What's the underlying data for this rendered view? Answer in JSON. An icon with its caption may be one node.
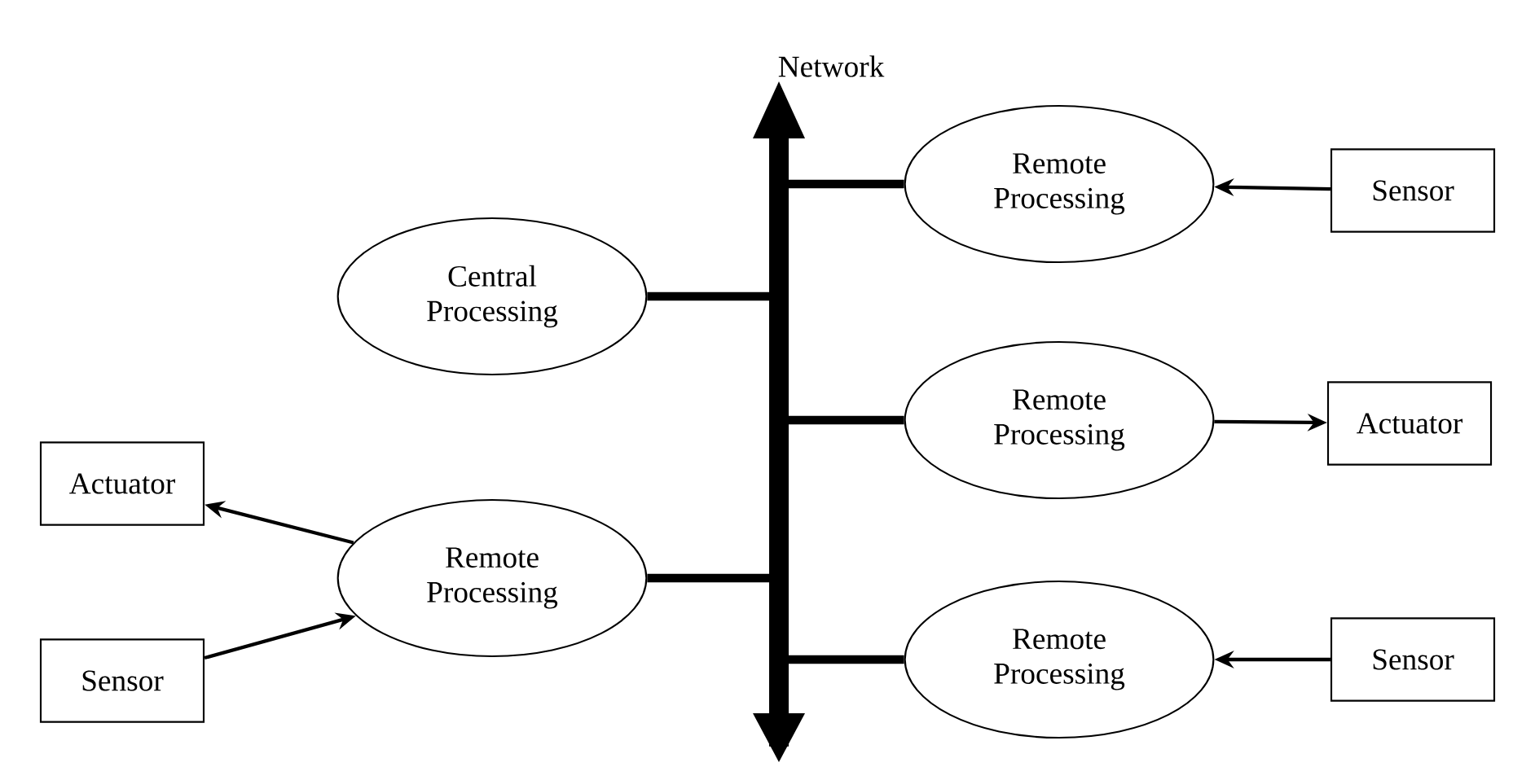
{
  "diagram": {
    "nodes": [
      {
        "text": [
          "Network"
        ]
      },
      {
        "text": [
          "Central Processing"
        ]
      },
      {
        "text": [
          "Remote Processing"
        ]
      },
      {
        "text": [
          "Sensor"
        ]
      },
      {
        "text": [
          "Remote Processing"
        ]
      },
      {
        "text": [
          "Actuator"
        ]
      },
      {
        "text": [
          "Actuator"
        ]
      },
      {
        "text": [
          "Remote Processing"
        ]
      },
      {
        "text": [
          "Sensor"
        ]
      },
      {
        "text": [
          "Remote Processing"
        ]
      },
      {
        "text": [
          "Sensor"
        ]
      }
    ],
    "edges": [
      {
        "from": 1,
        "to": 0,
        "arrow": "none",
        "style": "thick"
      },
      {
        "from": 2,
        "to": 0,
        "arrow": "none",
        "style": "thick"
      },
      {
        "from": 3,
        "to": 2,
        "arrow": "to"
      },
      {
        "from": 4,
        "to": 0,
        "arrow": "none",
        "style": "thick"
      },
      {
        "from": 4,
        "to": 5,
        "arrow": "to"
      },
      {
        "from": 7,
        "to": 6,
        "arrow": "to"
      },
      {
        "from": 7,
        "to": 0,
        "arrow": "none",
        "style": "thick"
      },
      {
        "from": 8,
        "to": 7,
        "arrow": "to"
      },
      {
        "from": 9,
        "to": 0,
        "arrow": "none",
        "style": "thick"
      },
      {
        "from": 10,
        "to": 9,
        "arrow": "to"
      }
    ]
  }
}
